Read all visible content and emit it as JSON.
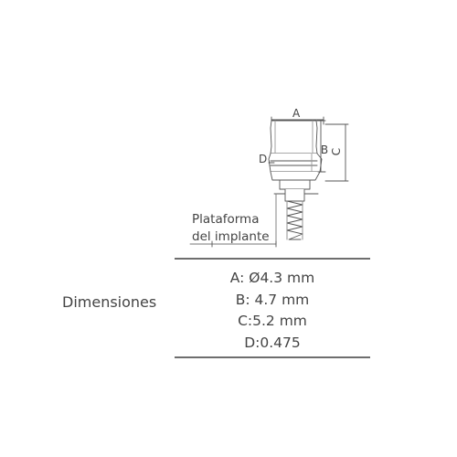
{
  "diagram": {
    "labels": {
      "a": "A",
      "b": "B",
      "c": "C",
      "d": "D"
    },
    "platform_label": [
      "Plataforma",
      "del implante"
    ]
  },
  "dimensions": {
    "heading": "Dimensiones",
    "items": [
      "A: Ø4.3 mm",
      "B: 4.7 mm",
      "C:5.2 mm",
      "D:0.475"
    ]
  }
}
